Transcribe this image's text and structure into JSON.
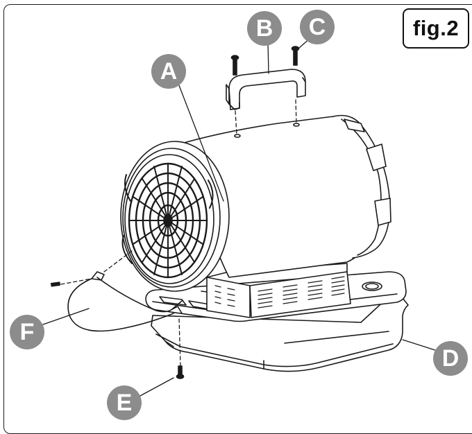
{
  "figure": {
    "label": "fig.2"
  },
  "callouts": [
    {
      "letter": "A",
      "part": "fan-shroud"
    },
    {
      "letter": "B",
      "part": "carry-handle"
    },
    {
      "letter": "C",
      "part": "handle-screws"
    },
    {
      "letter": "D",
      "part": "base"
    },
    {
      "letter": "E",
      "part": "base-screw"
    },
    {
      "letter": "F",
      "part": "guard-clip"
    }
  ],
  "colors": {
    "badge": "#8c8c8c",
    "line": "#1a1a1a",
    "fill": "#ffffff"
  }
}
